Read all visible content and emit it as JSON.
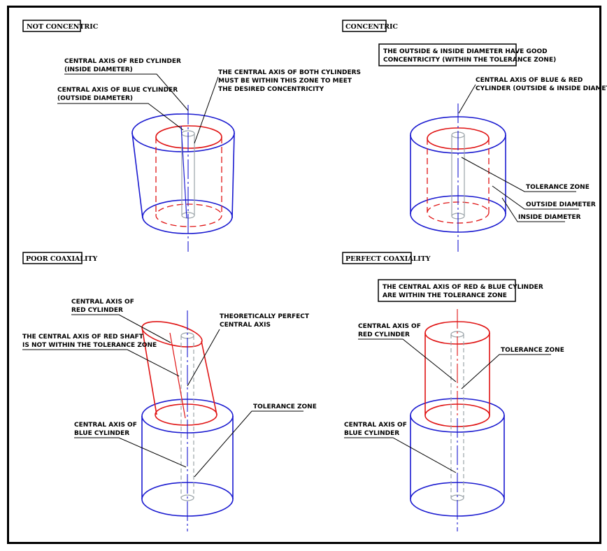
{
  "panels": {
    "not_concentric": {
      "header": "NOT CONCENTRIC",
      "label_red_axis": [
        "CENTRAL AXIS OF RED CYLINDER",
        "(INSIDE DIAMETER)"
      ],
      "label_blue_axis": [
        "CENTRAL AXIS OF BLUE CYLINDER",
        "(OUTSIDE DIAMETER)"
      ],
      "label_zone": [
        "THE CENTRAL AXIS OF BOTH CYLINDERS",
        "MUST BE WITHIN THIS ZONE TO MEET",
        "THE DESIRED CONCENTRICITY"
      ]
    },
    "concentric": {
      "header": "CONCENTRIC",
      "note": [
        "THE OUTSIDE & INSIDE DIAMETER HAVE GOOD",
        "CONCENTRICITY (WITHIN THE TOLERANCE ZONE)"
      ],
      "label_axis": [
        "CENTRAL AXIS OF BLUE & RED",
        "CYLINDER (OUTSIDE & INSIDE DIAMETER)"
      ],
      "label_tolerance": "TOLERANCE ZONE",
      "label_outside": "OUTSIDE DIAMETER",
      "label_inside": "INSIDE DIAMETER"
    },
    "poor_coaxiality": {
      "header": "POOR COAXIALITY",
      "label_red_axis": [
        "CENTRAL AXIS OF",
        "RED CYLINDER"
      ],
      "label_not_within": [
        "THE CENTRAL AXIS OF RED SHAFT",
        "IS NOT WITHIN THE TOLERANCE ZONE"
      ],
      "label_perfect": [
        "THEORETICALLY PERFECT",
        "CENTRAL AXIS"
      ],
      "label_tolerance": "TOLERANCE ZONE",
      "label_blue_axis": [
        "CENTRAL AXIS OF",
        "BLUE CYLINDER"
      ]
    },
    "perfect_coaxiality": {
      "header": "PERFECT COAXIALITY",
      "note": [
        "THE CENTRAL AXIS OF RED & BLUE CYLINDER",
        "ARE WITHIN THE TOLERANCE ZONE"
      ],
      "label_red_axis": [
        "CENTRAL AXIS OF",
        "RED CYLINDER"
      ],
      "label_tolerance": "TOLERANCE ZONE",
      "label_blue_axis": [
        "CENTRAL AXIS OF",
        "BLUE CYLINDER"
      ]
    }
  },
  "colors": {
    "blue": "#1a1ad0",
    "red": "#e01414",
    "gray": "#9aa3a8"
  }
}
